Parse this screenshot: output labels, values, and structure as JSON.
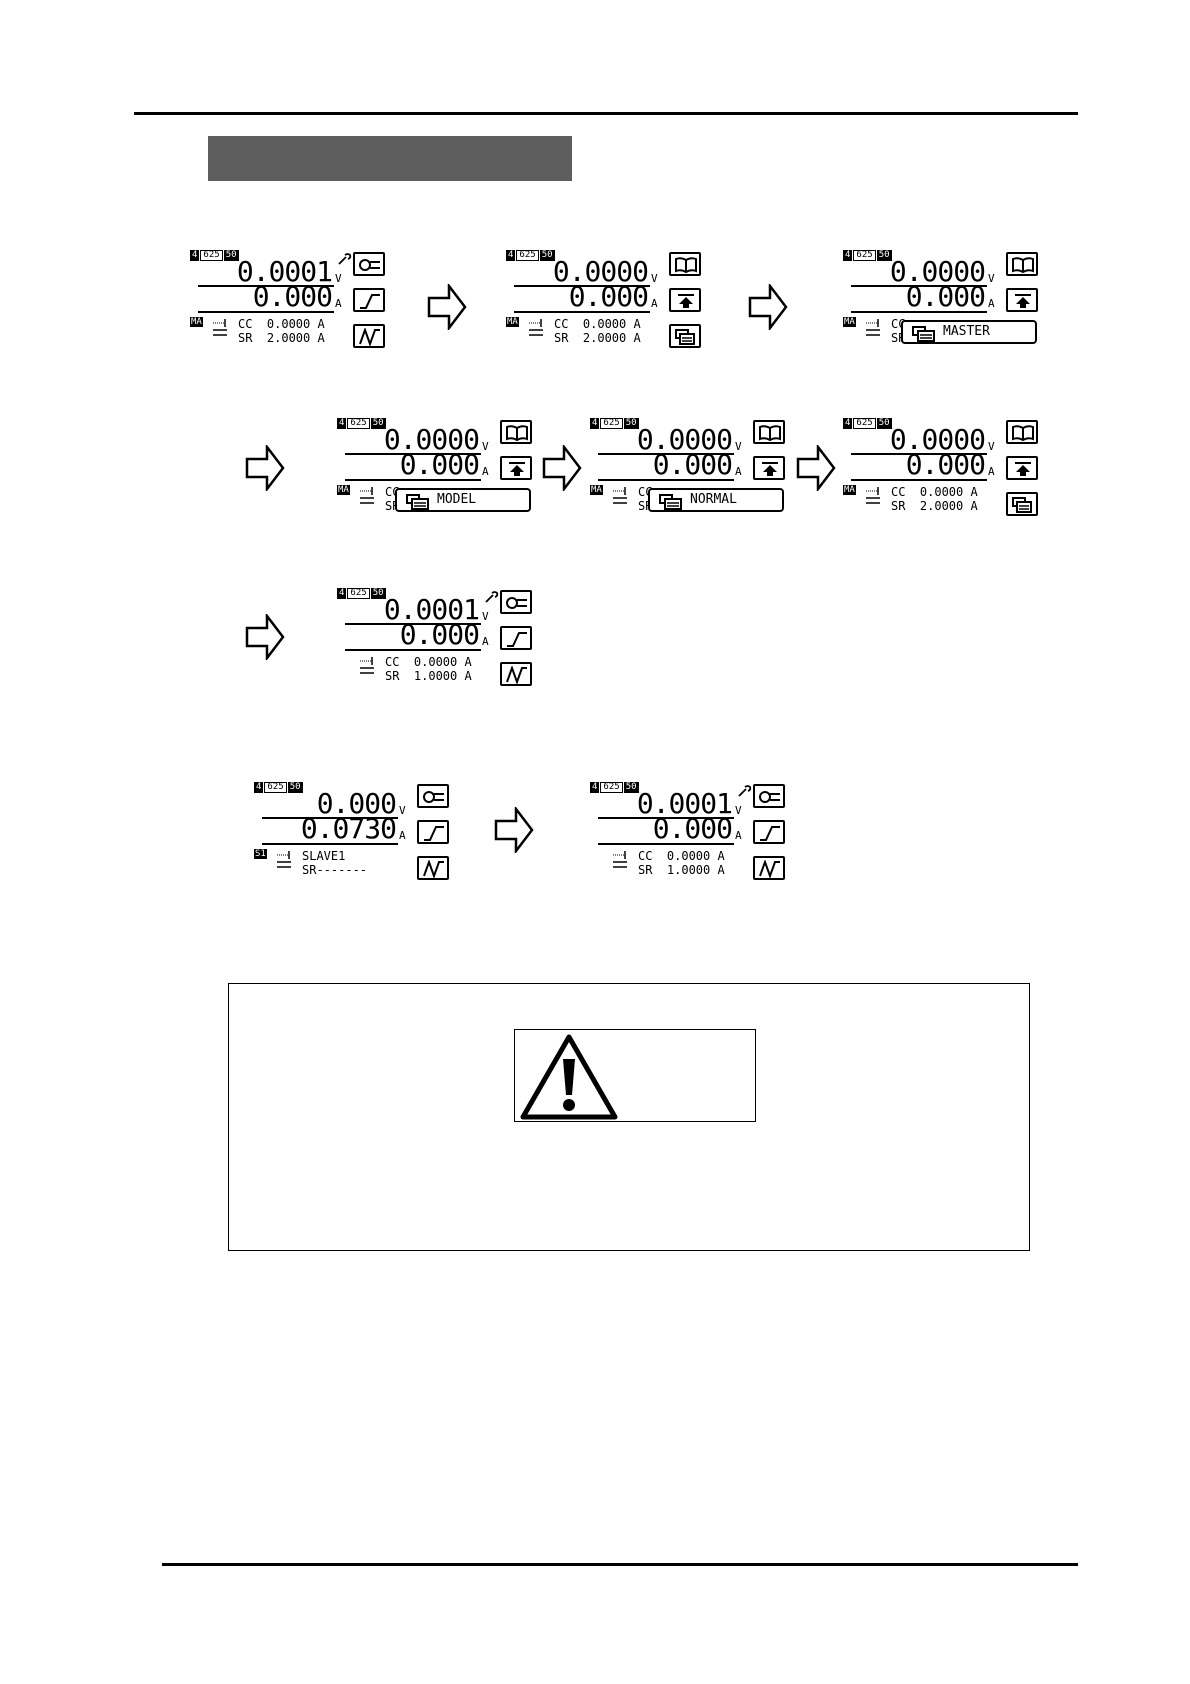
{
  "screens": [
    {
      "id": "s1",
      "hdr": [
        "4",
        "625",
        "50"
      ],
      "volt": "0.0001",
      "amp": "0.000",
      "v_unit": "V",
      "a_unit": "A",
      "tag": "MA",
      "cc": "CC  0.0000 A",
      "sr": "SR  2.0000 A",
      "popup": "",
      "keys": [
        "wrench-key-icon",
        "rise-key-icon",
        "wave-key-icon"
      ],
      "wrench": true
    },
    {
      "id": "s2",
      "hdr": [
        "4",
        "625",
        "50"
      ],
      "volt": "0.0000",
      "amp": "0.000",
      "v_unit": "V",
      "a_unit": "A",
      "tag": "MA",
      "cc": "CC  0.0000 A",
      "sr": "SR  2.0000 A",
      "popup": "",
      "keys": [
        "book-key-icon",
        "up-key-icon",
        "stack-key-icon"
      ],
      "wrench": false
    },
    {
      "id": "s3",
      "hdr": [
        "4",
        "625",
        "50"
      ],
      "volt": "0.0000",
      "amp": "0.000",
      "v_unit": "V",
      "a_unit": "A",
      "tag": "MA",
      "cc": "CC",
      "sr": "SR",
      "popup": "MASTER",
      "keys": [
        "book-key-icon",
        "up-key-icon",
        ""
      ],
      "wrench": false
    },
    {
      "id": "s4",
      "hdr": [
        "4",
        "625",
        "50"
      ],
      "volt": "0.0000",
      "amp": "0.000",
      "v_unit": "V",
      "a_unit": "A",
      "tag": "MA",
      "cc": "CC",
      "sr": "SR",
      "popup": "MODEL",
      "keys": [
        "book-key-icon",
        "up-key-icon",
        ""
      ],
      "wrench": false
    },
    {
      "id": "s5",
      "hdr": [
        "4",
        "625",
        "50"
      ],
      "volt": "0.0000",
      "amp": "0.000",
      "v_unit": "V",
      "a_unit": "A",
      "tag": "MA",
      "cc": "CC",
      "sr": "SR",
      "popup": "NORMAL",
      "keys": [
        "book-key-icon",
        "up-key-icon",
        ""
      ],
      "wrench": false
    },
    {
      "id": "s6",
      "hdr": [
        "4",
        "625",
        "50"
      ],
      "volt": "0.0000",
      "amp": "0.000",
      "v_unit": "V",
      "a_unit": "A",
      "tag": "MA",
      "cc": "CC  0.0000 A",
      "sr": "SR  2.0000 A",
      "popup": "",
      "keys": [
        "book-key-icon",
        "up-key-icon",
        "stack-key-icon"
      ],
      "wrench": false
    },
    {
      "id": "s7",
      "hdr": [
        "4",
        "625",
        "50"
      ],
      "volt": "0.0001",
      "amp": "0.000",
      "v_unit": "V",
      "a_unit": "A",
      "tag": "",
      "cc": "CC  0.0000 A",
      "sr": "SR  1.0000 A",
      "popup": "",
      "keys": [
        "wrench-key-icon",
        "rise-key-icon",
        "wave-key-icon"
      ],
      "wrench": true
    },
    {
      "id": "s8",
      "hdr": [
        "4",
        "625",
        "50"
      ],
      "volt": "0.000",
      "amp": "0.0730",
      "v_unit": "V",
      "a_unit": "A",
      "tag": "S1",
      "cc": "SLAVE1",
      "sr": "SR-------",
      "popup": "",
      "keys": [
        "wrench-key-icon",
        "rise-key-icon",
        "wave-key-icon"
      ],
      "wrench": false
    },
    {
      "id": "s9",
      "hdr": [
        "4",
        "625",
        "50"
      ],
      "volt": "0.0001",
      "amp": "0.000",
      "v_unit": "V",
      "a_unit": "A",
      "tag": "",
      "cc": "CC  0.0000 A",
      "sr": "SR  1.0000 A",
      "popup": "",
      "keys": [
        "wrench-key-icon",
        "rise-key-icon",
        "wave-key-icon"
      ],
      "wrench": true
    }
  ]
}
